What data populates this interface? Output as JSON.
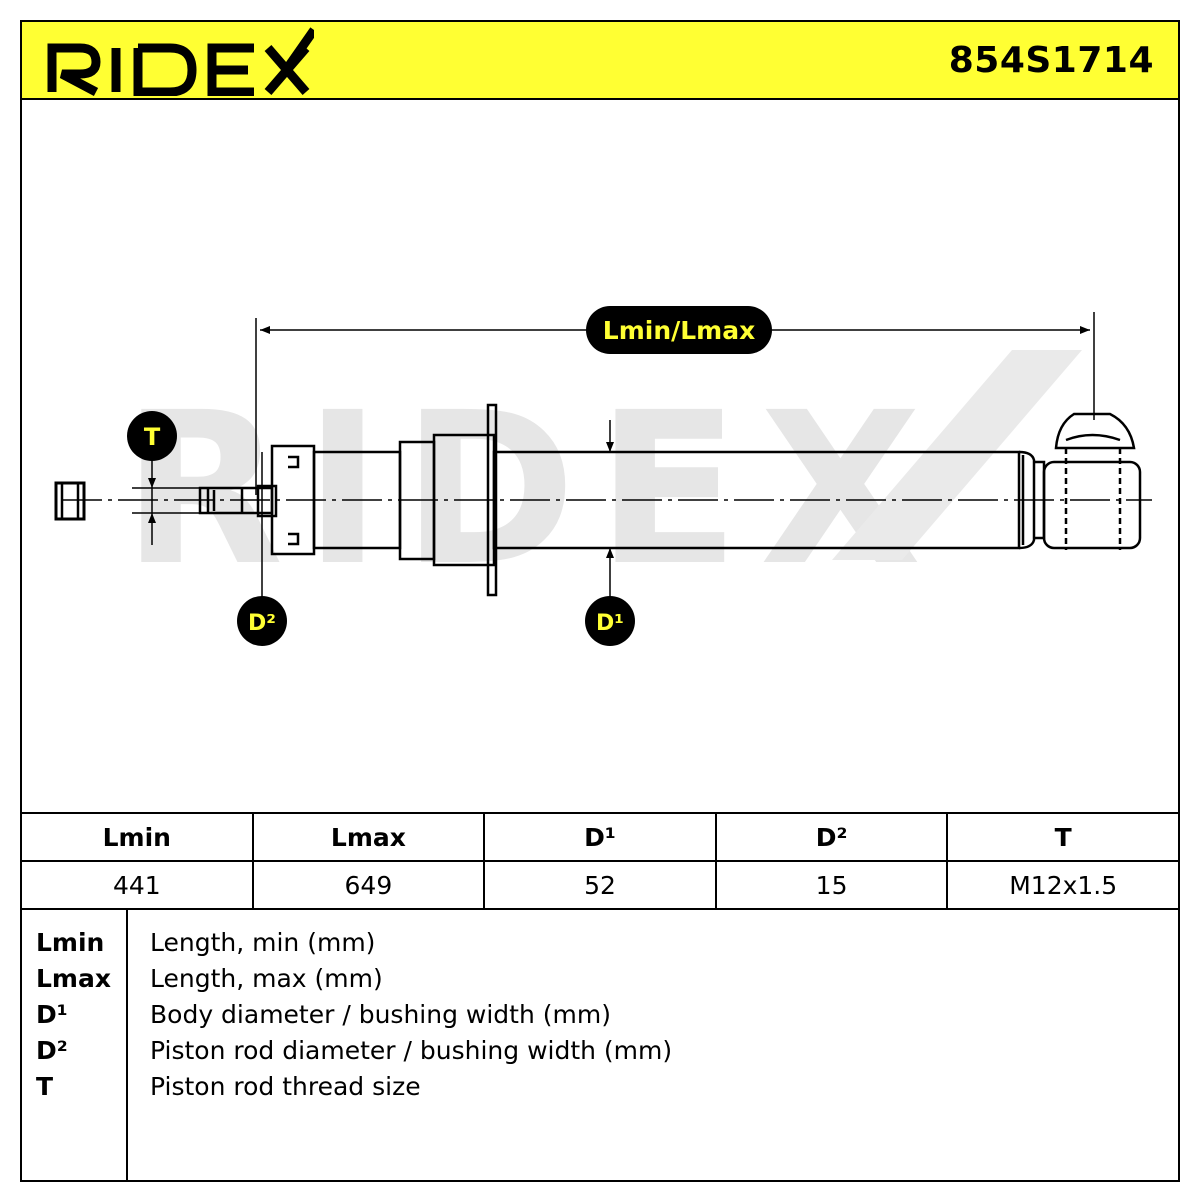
{
  "header": {
    "brand": "RIDEX",
    "part_number": "854S1714"
  },
  "drawing": {
    "watermark": "RIDEX",
    "callouts": {
      "length": "Lmin/Lmax",
      "thread": "T",
      "rod_diameter": "D²",
      "body_diameter": "D¹"
    }
  },
  "table": {
    "headers": [
      "Lmin",
      "Lmax",
      "D¹",
      "D²",
      "T"
    ],
    "values": [
      "441",
      "649",
      "52",
      "15",
      "M12x1.5"
    ]
  },
  "legend": [
    {
      "key": "Lmin",
      "desc": "Length, min (mm)"
    },
    {
      "key": "Lmax",
      "desc": "Length, max (mm)"
    },
    {
      "key": "D¹",
      "desc": "Body diameter / bushing width (mm)"
    },
    {
      "key": "D²",
      "desc": "Piston rod diameter / bushing width (mm)"
    },
    {
      "key": "T",
      "desc": "Piston rod thread size"
    }
  ],
  "colors": {
    "header_bg": "#ffff33",
    "callout_bg": "#000000",
    "callout_text": "#ffff33",
    "watermark": "#e6e6e6"
  }
}
